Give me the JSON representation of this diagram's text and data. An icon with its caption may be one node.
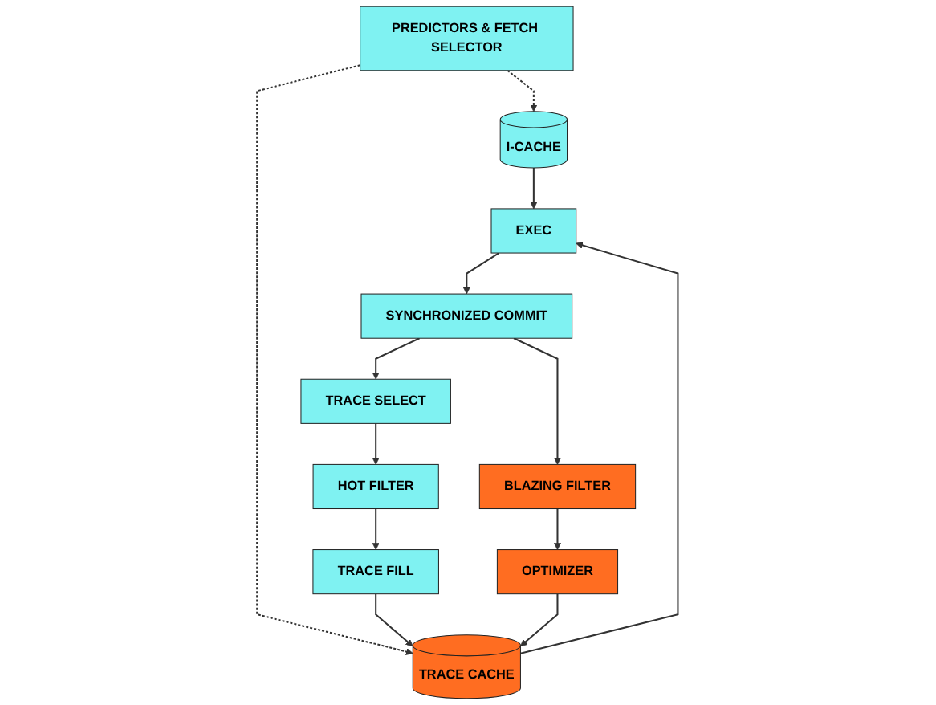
{
  "diagram": {
    "nodes": [
      {
        "text": [
          "PREDICTORS & FETCH SELECTOR"
        ]
      },
      {
        "text": [
          "I-CACHE"
        ]
      },
      {
        "text": [
          "TRACE CACHE"
        ]
      },
      {
        "text": [
          "EXEC"
        ]
      },
      {
        "text": [
          "TRACE FILL"
        ]
      },
      {
        "text": [
          "OPTIMIZER"
        ]
      },
      {
        "text": [
          "HOT FILTER"
        ]
      },
      {
        "text": [
          "BLAZING FILTER"
        ]
      },
      {
        "text": [
          "TRACE SELECT"
        ]
      },
      {
        "text": [
          "SYNCHRONIZED COMMIT"
        ]
      }
    ],
    "edges": [
      {
        "from": 0,
        "to": 1,
        "arrow": "to",
        "style": "dashed"
      },
      {
        "from": 0,
        "to": 2,
        "arrow": "to",
        "style": "dashed"
      },
      {
        "from": 1,
        "to": 3,
        "arrow": "to"
      },
      {
        "from": 2,
        "to": 3,
        "arrow": "to"
      },
      {
        "from": 4,
        "to": 2,
        "arrow": "to"
      },
      {
        "from": 5,
        "to": 2,
        "arrow": "to"
      },
      {
        "from": 6,
        "to": 4,
        "arrow": "to"
      },
      {
        "from": 7,
        "to": 5,
        "arrow": "to"
      },
      {
        "from": 8,
        "to": 6,
        "arrow": "to"
      },
      {
        "from": 9,
        "to": 8,
        "arrow": "to"
      },
      {
        "from": 9,
        "to": 7,
        "arrow": "to"
      },
      {
        "from": 3,
        "to": 9,
        "arrow": "to"
      }
    ]
  }
}
